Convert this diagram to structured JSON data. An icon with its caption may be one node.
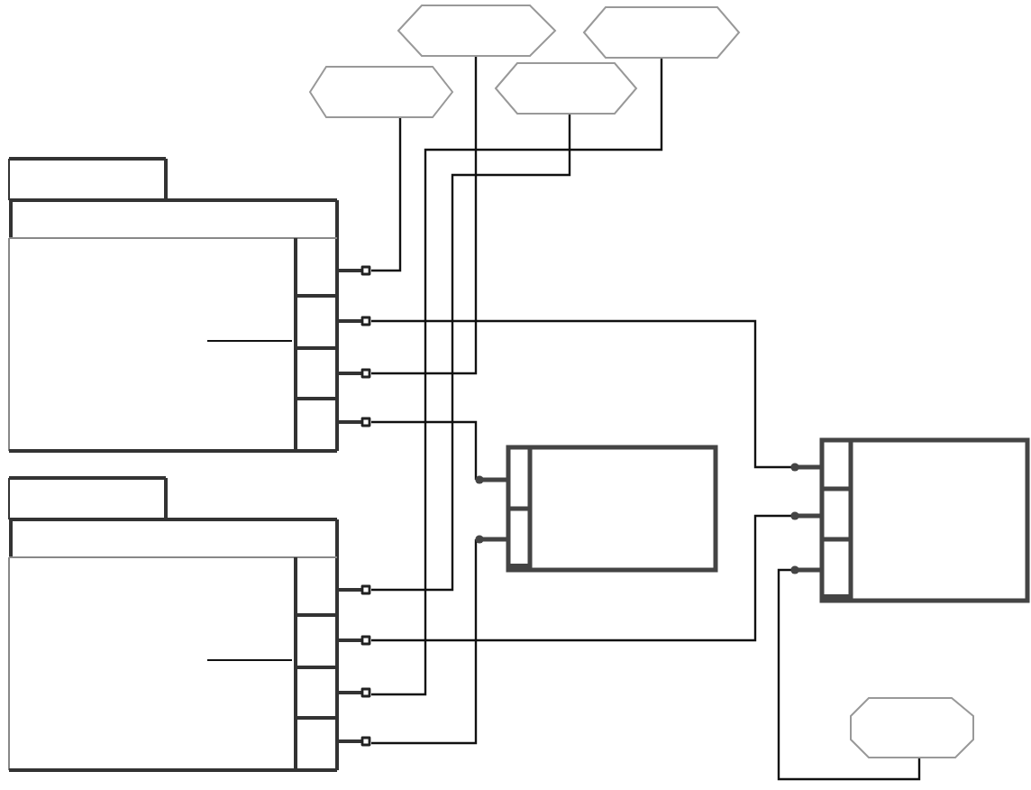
{
  "diagram": {
    "nodes": [
      {
        "text": [],
        "shape": "hexagon"
      },
      {
        "text": [],
        "shape": "hexagon"
      },
      {
        "text": [],
        "shape": "hexagon"
      },
      {
        "text": [],
        "shape": "hexagon"
      },
      {
        "text": [],
        "shape": "box"
      },
      {
        "text": [],
        "shape": "box"
      },
      {
        "text": [],
        "shape": "box"
      },
      {
        "text": [],
        "shape": "box"
      },
      {
        "text": [],
        "shape": "octagon"
      }
    ],
    "edges": [
      {
        "from": 4,
        "to": 0,
        "arrow": "none"
      },
      {
        "from": 4,
        "to": 7,
        "arrow": "none"
      },
      {
        "from": 4,
        "to": 1,
        "arrow": "none"
      },
      {
        "from": 4,
        "to": 6,
        "arrow": "none"
      },
      {
        "from": 5,
        "to": 2,
        "arrow": "none"
      },
      {
        "from": 5,
        "to": 7,
        "arrow": "none"
      },
      {
        "from": 5,
        "to": 3,
        "arrow": "none"
      },
      {
        "from": 5,
        "to": 6,
        "arrow": "none"
      },
      {
        "from": 8,
        "to": 7,
        "arrow": "none"
      }
    ]
  }
}
